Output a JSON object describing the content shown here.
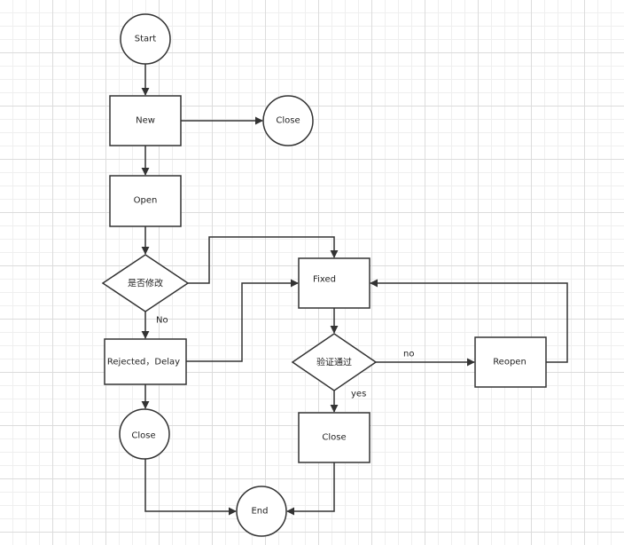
{
  "nodes": {
    "start": "Start",
    "new": "New",
    "close_top": "Close",
    "open": "Open",
    "decision_modify": "是否修改",
    "fixed": "Fixed",
    "rejected_delay": "Rejected，Delay",
    "decision_verify": "验证通过",
    "reopen": "Reopen",
    "close_left": "Close",
    "close_mid": "Close",
    "end": "End"
  },
  "edge_labels": {
    "no_caps": "No",
    "no_lower": "no",
    "yes": "yes"
  },
  "colors": {
    "stroke": "#333333",
    "fill": "#ffffff",
    "grid": "#dcdcdc"
  }
}
